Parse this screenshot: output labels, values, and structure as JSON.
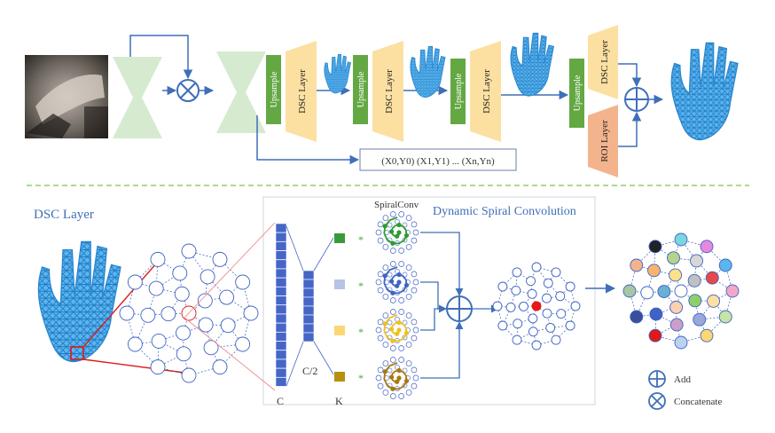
{
  "pipeline": {
    "upsample_label": "Upsample",
    "dsc_label": "DSC Layer",
    "roi_label": "ROI Layer",
    "coords_label": "(X0,Y0)  (X1,Y1) ... (Xn,Yn)"
  },
  "detail": {
    "section_title": "DSC Layer",
    "spiralconv_label": "SpiralConv",
    "dynamic_title": "Dynamic Spiral Convolution",
    "channel_c": "C",
    "channel_c2": "C/2",
    "channel_k": "K",
    "multiply_symbol": "*"
  },
  "legend": {
    "add_label": "Add",
    "concat_label": "Concatenate"
  },
  "colors": {
    "green_block": "#64a844",
    "dsc_block": "#fce0a1",
    "roi_block": "#f3b48d",
    "hourglass": "#d6ead0",
    "arrow": "#3f6fb8",
    "channel_bar": "#4566c6",
    "mesh_blue": "#4aa8e8",
    "kernel_colors": [
      "#3a9a3a",
      "#b5c3e6",
      "#fbd774",
      "#b8900e"
    ],
    "spiral_colors": [
      "#2e9b2e",
      "#3f62c4",
      "#f0c020",
      "#a8780c"
    ],
    "highlight_red": "#e81818"
  },
  "icons": {
    "add": "add-circle-icon",
    "concat": "concatenate-circle-icon"
  }
}
